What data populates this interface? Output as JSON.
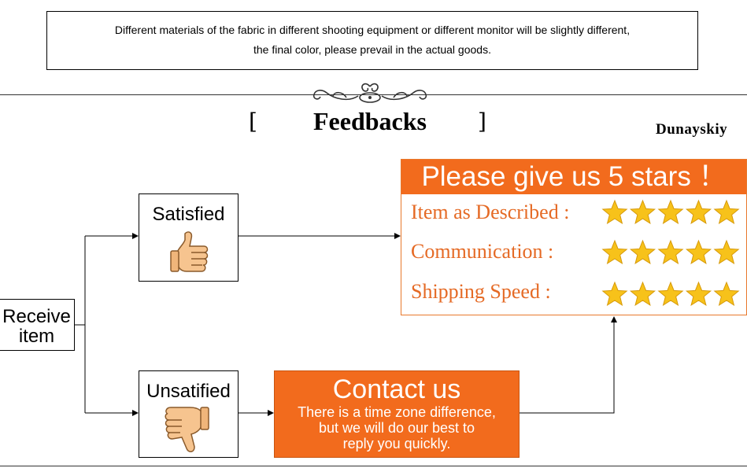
{
  "notice": {
    "line1": "Different materials of the fabric in different shooting equipment or different monitor will be slightly different,",
    "line2": "the final color, please prevail in the actual goods."
  },
  "header": {
    "bracket_left": "[",
    "title": "Feedbacks",
    "bracket_right": "]",
    "brand": "Dunayskiy"
  },
  "flow": {
    "receive": {
      "line1": "Receive",
      "line2": "item"
    },
    "satisfied": {
      "label": "Satisfied",
      "icon": "thumbs-up-icon"
    },
    "unsatisfied": {
      "label": "Unsatified",
      "icon": "thumbs-down-icon"
    }
  },
  "rating": {
    "heading": "Please give us 5 stars ！",
    "items": [
      {
        "label": "Item as Described :",
        "stars": 5
      },
      {
        "label": "Communication :",
        "stars": 5
      },
      {
        "label": "Shipping Speed :",
        "stars": 5
      }
    ]
  },
  "contact": {
    "title": "Contact us",
    "line1": "There is a time zone difference,",
    "line2": "but we will do our best to",
    "line3": "reply you quickly."
  },
  "colors": {
    "accent": "#f26b1d",
    "rating_text": "#e56a25",
    "star": "#f7c21a"
  }
}
